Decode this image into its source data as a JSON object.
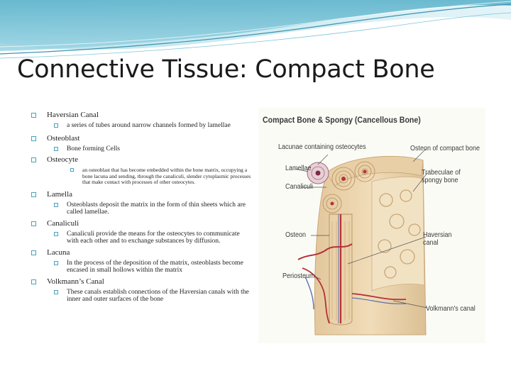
{
  "slide": {
    "title": "Connective Tissue: Compact Bone",
    "bullet_glyph": "hollow-square-bullet",
    "accent_color": "#4aa2bb"
  },
  "outline": [
    {
      "term": "Haversian Canal",
      "details": [
        "a series of tubes around narrow channels formed by lamellae"
      ]
    },
    {
      "term": "Osteoblast",
      "details": [
        "Bone forming Cells"
      ]
    },
    {
      "term": "Osteocyte",
      "details": [
        "an osteoblast that has become embedded within the bone matrix, occupying a bone lacuna and sending, through the canaliculi, slender cytoplasmic processes that make contact with processes of other osteocytes."
      ]
    },
    {
      "term": "Lamella",
      "details": [
        "Osteoblasts deposit the matrix in the form of thin sheets which are called lamellae."
      ]
    },
    {
      "term": "Canaliculi",
      "details": [
        "Canaliculi provide the means for the osteocytes to communicate with each other and to exchange substances by diffusion."
      ]
    },
    {
      "term": "Lacuna",
      "details": [
        "In the process of the deposition of the matrix, osteoblasts become encased in small hollows within the matrix"
      ]
    },
    {
      "term": "Volkmann’s Canal",
      "details": [
        "These canals establish connections of the Haversian canals with the inner and outer surfaces of the bone"
      ]
    }
  ],
  "figure": {
    "title": "Compact Bone & Spongy (Cancellous Bone)",
    "labels": {
      "lacunae": "Lacunae containing osteocytes",
      "lamellae": "Lamellae",
      "canaliculi": "Canaliculi",
      "osteon": "Osteon",
      "periosteum": "Periosteum",
      "osteon_compact": "Osteon of compact bone",
      "trabeculae": "Trabeculae of spongy bone",
      "haversian": "Haversian canal",
      "volkmann": "Volkmann's canal"
    }
  }
}
